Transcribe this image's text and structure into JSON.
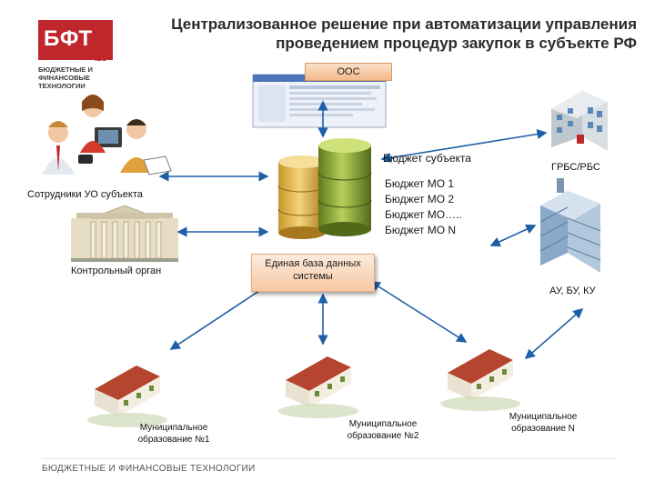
{
  "title": "Централизованное решение при автоматизации управления проведением процедур закупок в субъекте РФ",
  "logo": {
    "main": "БФТ",
    "ibs": "IBS",
    "sub": "БЮДЖЕТНЫЕ И ФИНАНСОВЫЕ ТЕХНОЛОГИИ"
  },
  "oos_label": "ООС",
  "budget_subject": "Бюджет субъекта",
  "budget_mo": [
    "Бюджет МО 1",
    "Бюджет МО 2",
    "Бюджет МО…..",
    "Бюджет МО N"
  ],
  "db_label": "Единая база данных системы",
  "staff_label": "Сотрудники УО субъекта",
  "control_label": "Контрольный орган",
  "grbs_label": "ГРБС/РБС",
  "au_label": "АУ, БУ, КУ",
  "municipalities": [
    "Муниципальное образование №1",
    "Муниципальное образование №2",
    "Муниципальное образование N"
  ],
  "footer": "БЮДЖЕТНЫЕ И ФИНАНСОВЫЕ ТЕХНОЛОГИИ",
  "colors": {
    "brand_red": "#c0272d",
    "arrow_blue": "#1f5fa8",
    "db_green": "#7d9a2a",
    "db_gold": "#c8962a"
  }
}
